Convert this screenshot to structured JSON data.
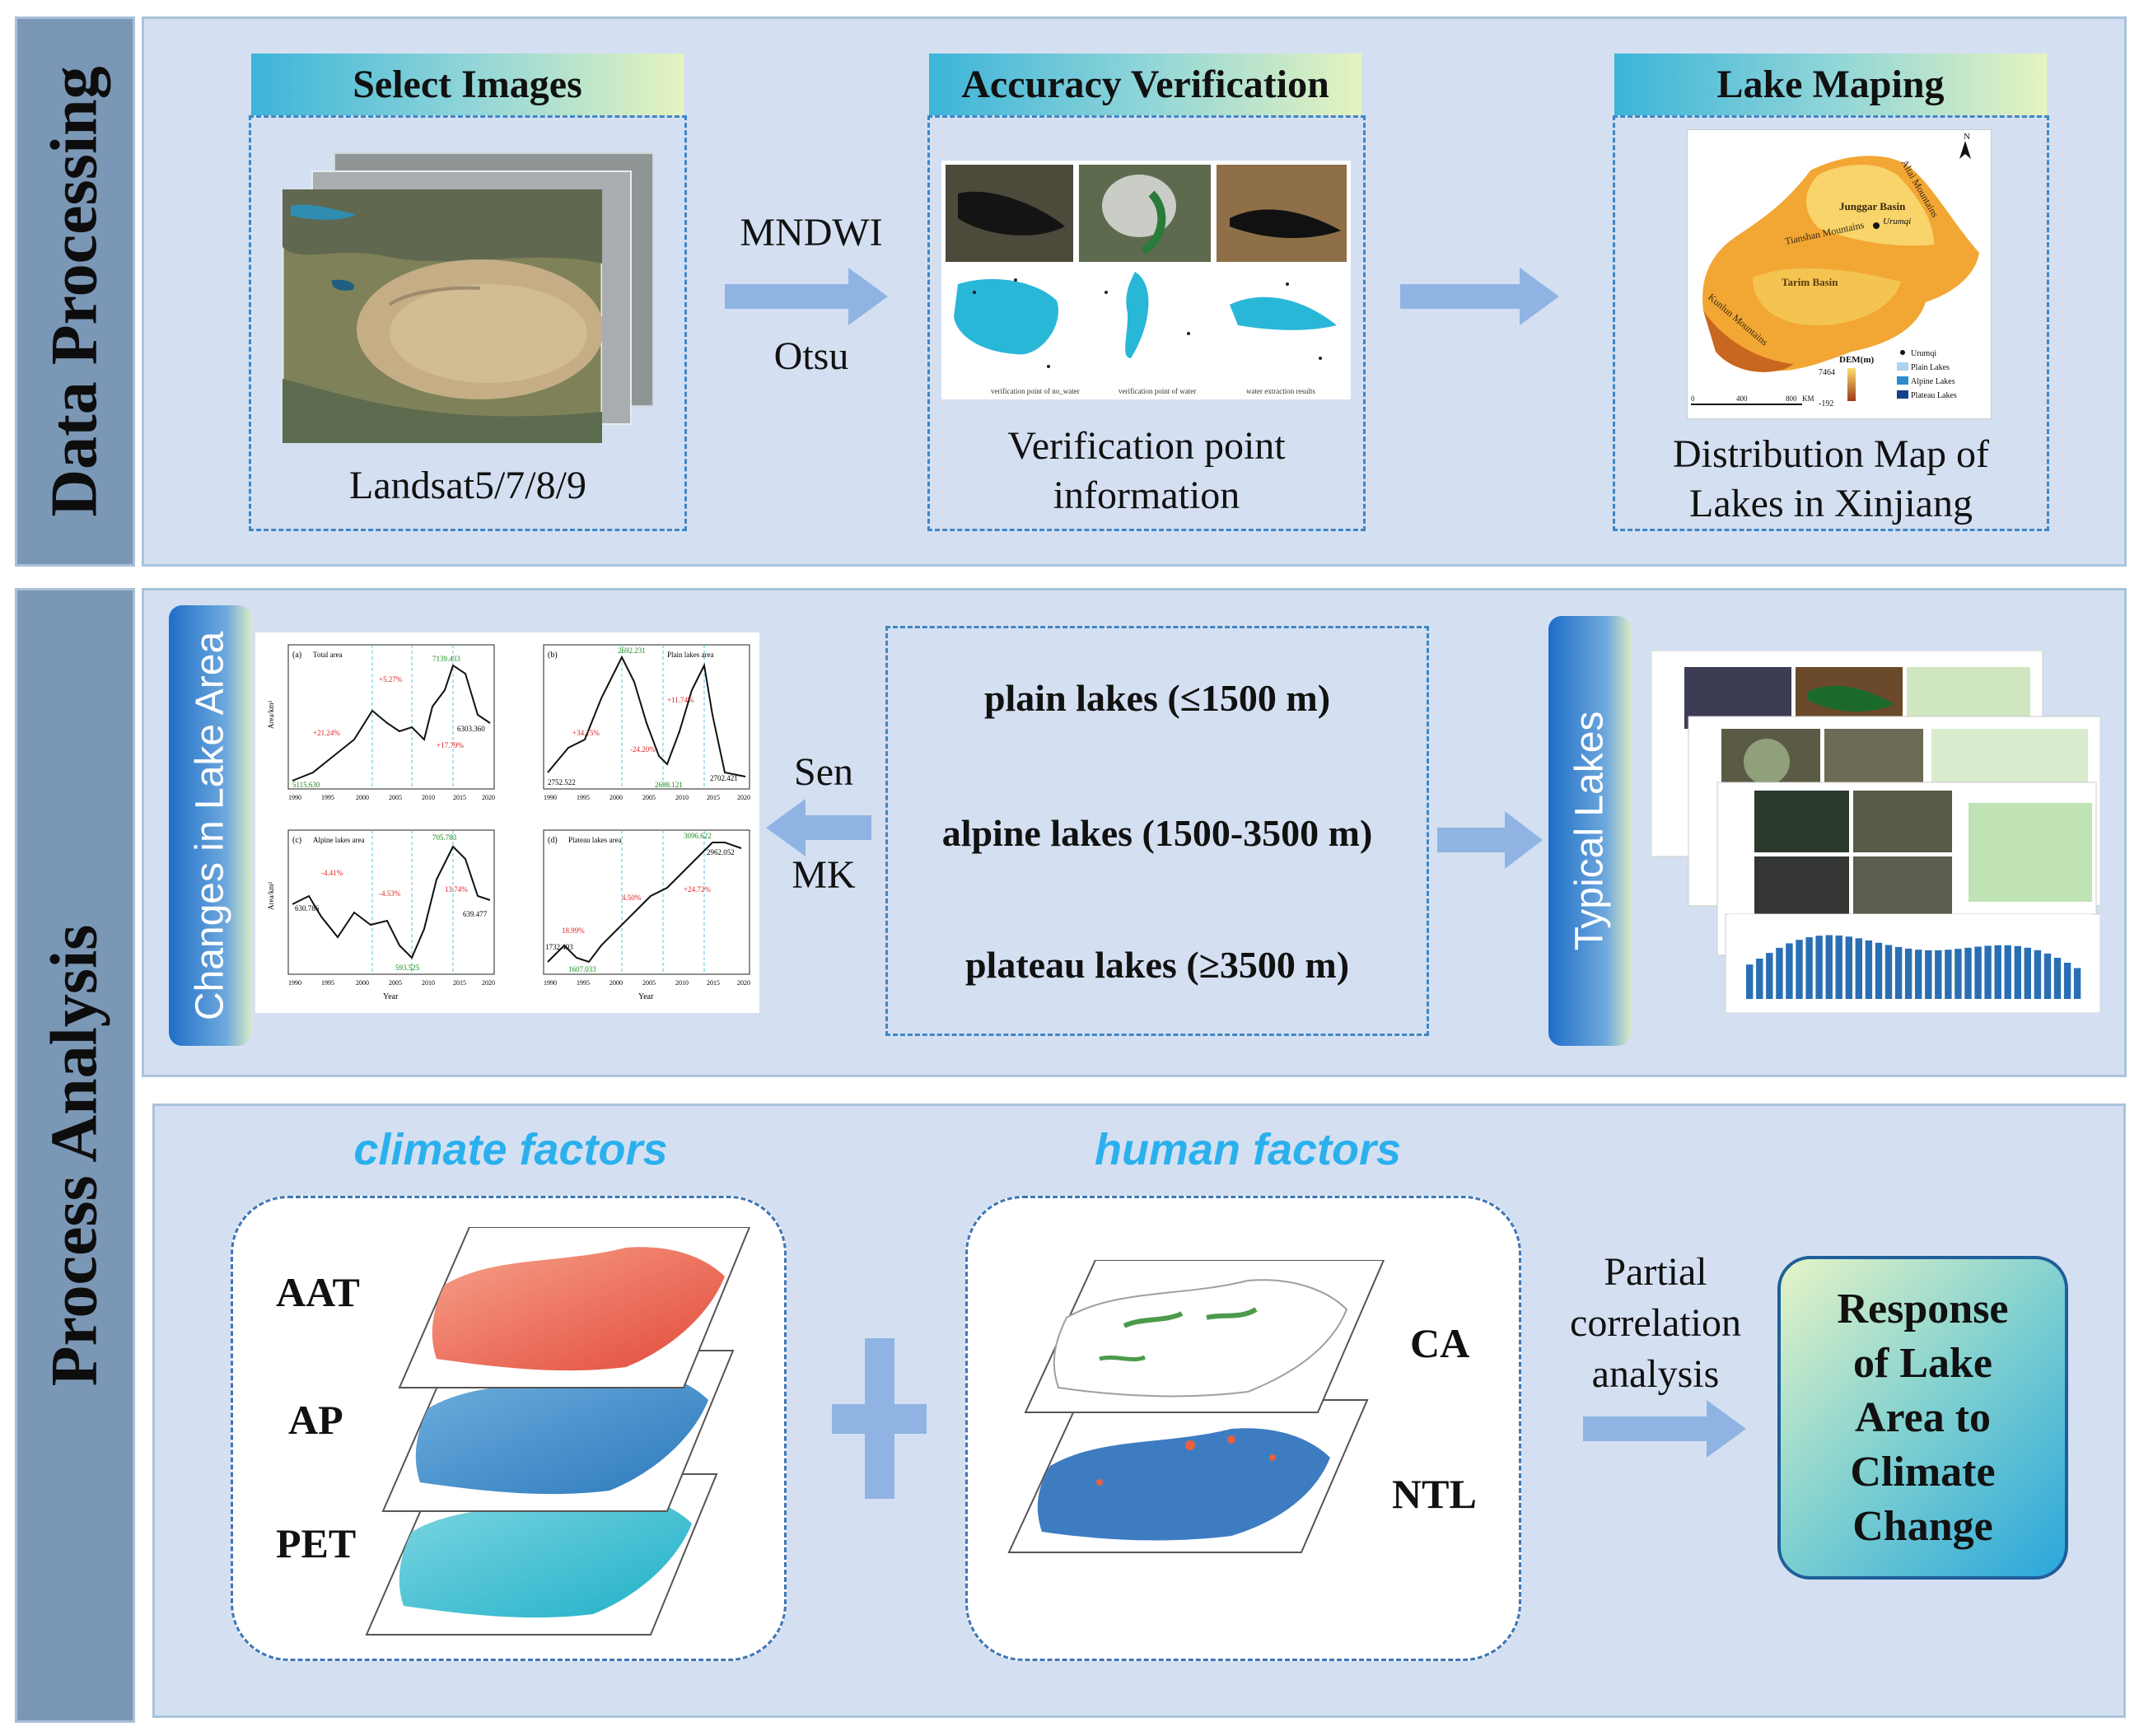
{
  "side_labels": {
    "data_processing": "Data Processing",
    "process_analysis": "Process Analysis"
  },
  "data_processing": {
    "select_images": {
      "title": "Select Images",
      "caption": "Landsat5/7/8/9"
    },
    "method_labels": {
      "top": "MNDWI",
      "bottom": "Otsu"
    },
    "accuracy_verification": {
      "title": "Accuracy Verification",
      "caption_line1": "Verification point",
      "caption_line2": "information",
      "legend": [
        "verification point of no_water",
        "verification point of water",
        "water extraction results"
      ]
    },
    "lake_mapping": {
      "title": "Lake Maping",
      "caption_line1": "Distribution Map of",
      "caption_line2": "Lakes in Xinjiang",
      "map_labels": {
        "north": "N",
        "junggar": "Junggar Basin",
        "urumqi": "Urumqi",
        "tianshan": "Tianshan Mountains",
        "tarim": "Tarim Basin",
        "altai": "Altai Mountains",
        "kunlun": "Kunlun Mountains",
        "dem_title": "DEM(m)",
        "dem_high": "7464",
        "dem_low": "-192",
        "scale_0": "0",
        "scale_400": "400",
        "scale_800": "800",
        "scale_unit": "KM"
      },
      "map_legend": [
        "Urumqi",
        "Plain Lakes",
        "Alpine Lakes",
        "Plateau Lakes"
      ]
    }
  },
  "lake_area": {
    "tab_label": "Changes in Lake Area",
    "methods": {
      "top": "Sen",
      "bottom": "MK"
    },
    "lake_types": [
      "plain lakes (≤1500 m)",
      "alpine lakes (1500-3500 m)",
      "plateau lakes (≥3500 m)"
    ],
    "typical_tab_label": "Typical Lakes",
    "mini_charts": {
      "y_axis_label": "Area/km²",
      "x_axis_label": "Year",
      "x_ticks": [
        "1990",
        "1995",
        "2000",
        "2005",
        "2010",
        "2015",
        "2020"
      ],
      "panels": [
        {
          "tag": "(a)",
          "legend": "Total area",
          "labels": [
            "+21.24%",
            "+5.27%",
            "7139.433",
            "6303.360",
            "+17.79%",
            "5115.630"
          ]
        },
        {
          "tag": "(b)",
          "legend": "Plain lakes area",
          "labels": [
            "+34.15%",
            "2692.231",
            "-24.20%",
            "+11.74%",
            "2752.522",
            "2698.121",
            "2702.421"
          ]
        },
        {
          "tag": "(c)",
          "legend": "Alpine lakes area",
          "labels": [
            "-4.41%",
            "630.786",
            "-4.53%",
            "593.525",
            "705.783",
            "13.74%",
            "639.477"
          ]
        },
        {
          "tag": "(d)",
          "legend": "Plateau lakes area",
          "labels": [
            "18.99%",
            "1732.493",
            "1607.033",
            "4.50%",
            "3096.622",
            "2962.052",
            "+24.72%"
          ]
        }
      ]
    }
  },
  "factors": {
    "climate_title": "climate factors",
    "human_title": "human factors",
    "climate_layers": [
      "AAT",
      "AP",
      "PET"
    ],
    "human_layers": [
      "CA",
      "NTL"
    ],
    "analysis_line1": "Partial",
    "analysis_line2": "correlation",
    "analysis_line3": "analysis",
    "response_line1": "Response",
    "response_line2": "of Lake",
    "response_line3": "Area to",
    "response_line4": "Climate",
    "response_line5": "Change"
  }
}
